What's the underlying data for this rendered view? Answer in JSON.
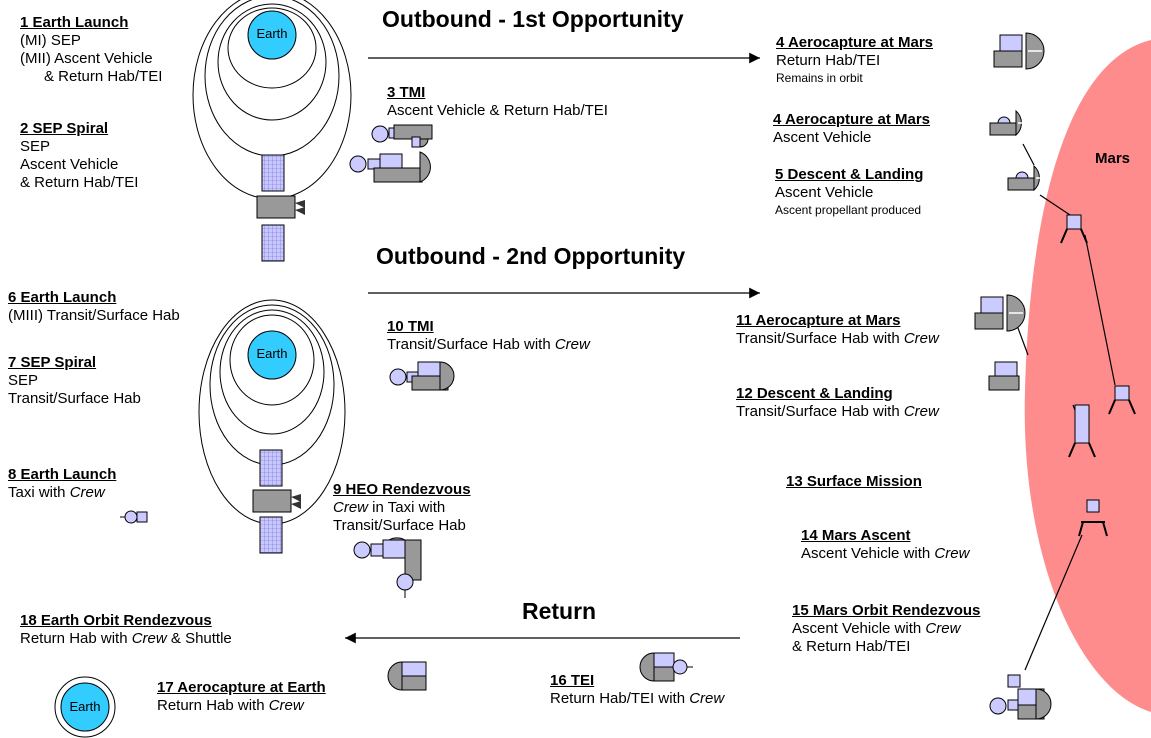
{
  "headers": {
    "outbound1": "Outbound - 1st Opportunity",
    "outbound2": "Outbound - 2nd Opportunity",
    "return": "Return"
  },
  "planets": {
    "earth": "Earth",
    "mars": "Mars"
  },
  "steps": {
    "s1": {
      "title": "1 Earth Launch",
      "line1": "(MI) SEP",
      "line2": "(MII) Ascent Vehicle",
      "line3": "& Return Hab/TEI"
    },
    "s2": {
      "title": "2 SEP Spiral",
      "line1": "SEP",
      "line2": "Ascent Vehicle",
      "line3": "& Return Hab/TEI"
    },
    "s3": {
      "title": "3 TMI",
      "line1": "Ascent Vehicle & Return Hab/TEI"
    },
    "s4a": {
      "title": "4 Aerocapture at Mars",
      "line1": "Return Hab/TEI",
      "note": "Remains in orbit"
    },
    "s4b": {
      "title": "4 Aerocapture at Mars",
      "line1": "Ascent Vehicle"
    },
    "s5": {
      "title": "5 Descent & Landing",
      "line1": "Ascent Vehicle",
      "note": "Ascent propellant produced"
    },
    "s6": {
      "title": "6 Earth Launch",
      "line1": "(MIII) Transit/Surface Hab"
    },
    "s7": {
      "title": "7 SEP Spiral",
      "line1": "SEP",
      "line2": "Transit/Surface Hab"
    },
    "s8": {
      "title": "8 Earth Launch",
      "line1_pre": "Taxi with ",
      "line1_em": "Crew"
    },
    "s9": {
      "title": "9 HEO Rendezvous",
      "line1_em": "Crew",
      "line1_post": " in Taxi with",
      "line2": "Transit/Surface Hab"
    },
    "s10": {
      "title": "10 TMI",
      "line1_pre": "Transit/Surface Hab with ",
      "line1_em": "Crew"
    },
    "s11": {
      "title": "11 Aerocapture at Mars",
      "line1_pre": "Transit/Surface Hab with ",
      "line1_em": "Crew"
    },
    "s12": {
      "title": "12 Descent & Landing",
      "line1_pre": "Transit/Surface Hab with ",
      "line1_em": "Crew"
    },
    "s13": {
      "title": "13 Surface Mission"
    },
    "s14": {
      "title": "14 Mars Ascent",
      "line1_pre": "Ascent Vehicle with ",
      "line1_em": "Crew"
    },
    "s15": {
      "title": "15 Mars Orbit Rendezvous",
      "line1_pre": "Ascent Vehicle with ",
      "line1_em": "Crew",
      "line2": "& Return Hab/TEI"
    },
    "s16": {
      "title": "16 TEI",
      "line1_pre": "Return Hab/TEI with ",
      "line1_em": "Crew"
    },
    "s17": {
      "title": "17 Aerocapture at Earth",
      "line1_pre": "Return Hab with ",
      "line1_em": "Crew"
    },
    "s18": {
      "title": "18 Earth Orbit Rendezvous",
      "line1_pre": "Return Hab with ",
      "line1_em": "Crew",
      "line1_post": " & Shuttle"
    }
  },
  "colors": {
    "mars": "#ff8c8c",
    "earth": "#33ccff",
    "module": "#cccbff",
    "body": "#999999",
    "panel": "#9999ff"
  }
}
